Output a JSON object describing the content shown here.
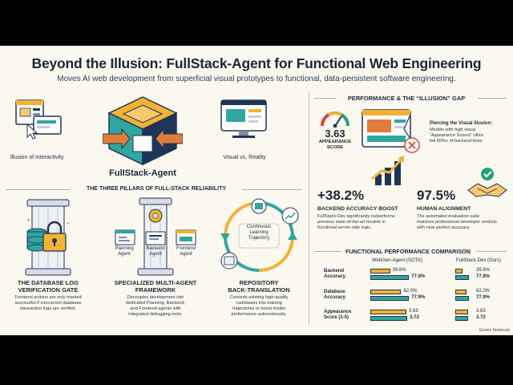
{
  "title": "Beyond the Illusion: FullStack-Agent for Functional Web Engineering",
  "subtitle": "Moves AI web development from superficial visual prototypes to functional, data-persistent software engineering.",
  "left": {
    "illusion_label": "Illusion of Interactivity",
    "agent_label": "FullStack-Agent",
    "visual_label": "Visual vs. Reality",
    "pillars_heading": "THE THREE PILLARS OF FULL-STACK RELIABILITY",
    "pillars": [
      {
        "title_1": "THE DATABASE LOG",
        "title_2": "VERIFICATION GATE",
        "desc_1": "Frontend actions are only marked",
        "desc_2": "successful if concurrent database",
        "desc_3": "transaction logs are verified."
      },
      {
        "title_1": "SPECIALIZED MULTI-AGENT",
        "title_2": "FRAMEWORK",
        "desc_1": "Decouples development into",
        "desc_2": "dedicated Planning, Backend,",
        "desc_3": "and Frontend agents with",
        "desc_4": "integrated debugging tools."
      },
      {
        "title_1": "REPOSITORY",
        "title_2": "BACK-TRANSLATION",
        "desc_1": "Converts existing high-quality",
        "desc_2": "codebases into training",
        "desc_3": "trajectories to boost model",
        "desc_4": "performance autonomously."
      }
    ],
    "agents": {
      "planning_1": "Planning",
      "planning_2": "Agent",
      "backend_1": "Backend",
      "backend_2": "Agent",
      "frontend_1": "Frontend",
      "frontend_2": "Agent"
    },
    "cycle": {
      "l1": "Continuous",
      "l2": "Learning",
      "l3": "Trajectory"
    }
  },
  "right": {
    "gap_heading": "PERFORMANCE & THE “ILLUSION” GAP",
    "appearance_value": "3.63",
    "appearance_label_1": "APPEARANCE",
    "appearance_label_2": "SCORE",
    "piercing_title": "Piercing the Visual Illusion:",
    "piercing_1": "Models with high visual",
    "piercing_2": "“Appearance Scores” often",
    "piercing_3": "fail 60%+ of backend tests.",
    "boost_value": "+38.2%",
    "boost_label": "BACKEND ACCURACY BOOST",
    "boost_1": "FullStack-Dev significantly outperforms",
    "boost_2": "previous state-of-the-art models in",
    "boost_3": "functional server-side logic.",
    "align_value": "97.5%",
    "align_label": "HUMAN ALIGNMENT",
    "align_1": "The automated evaluation suite",
    "align_2": "matches professional developer verdicts",
    "align_3": "with near-perfect accuracy.",
    "comp_heading": "FUNCTIONAL PERFORMANCE COMPARISON",
    "col_a": "WebGen-Agent (SOTA)",
    "col_b": "FullStack-Dev (Ours)",
    "rows": [
      {
        "label_1": "Backend",
        "label_2": "Accuracy",
        "a_top": "39.6%",
        "a_bot": "77.8%",
        "b_top": "39.6%",
        "b_bot": "77.8%"
      },
      {
        "label_1": "Database",
        "label_2": "Accuracy",
        "a_top": "62.0%",
        "a_bot": "77.9%",
        "b_top": "62.0%",
        "b_bot": "77.9%"
      },
      {
        "label_1": "Appearance",
        "label_2": "Score (1-5)",
        "a_top": "3.63",
        "a_bot": "3.72",
        "b_top": "3.63",
        "b_bot": "3.72"
      }
    ]
  },
  "chart_data": {
    "type": "bar",
    "title": "FUNCTIONAL PERFORMANCE COMPARISON",
    "categories": [
      "Backend Accuracy",
      "Database Accuracy",
      "Appearance Score (1-5)"
    ],
    "series": [
      {
        "name": "WebGen-Agent (SOTA)",
        "values": [
          39.6,
          62.0,
          3.63
        ]
      },
      {
        "name": "FullStack-Dev (Ours)",
        "values": [
          77.8,
          77.9,
          3.72
        ]
      }
    ]
  },
  "watermark": "Gemini Notebook",
  "colors": {
    "navy": "#1f3556",
    "gold": "#f2b233",
    "teal": "#2fa6a0",
    "green": "#23a07a",
    "cream": "#fbf8f0"
  }
}
